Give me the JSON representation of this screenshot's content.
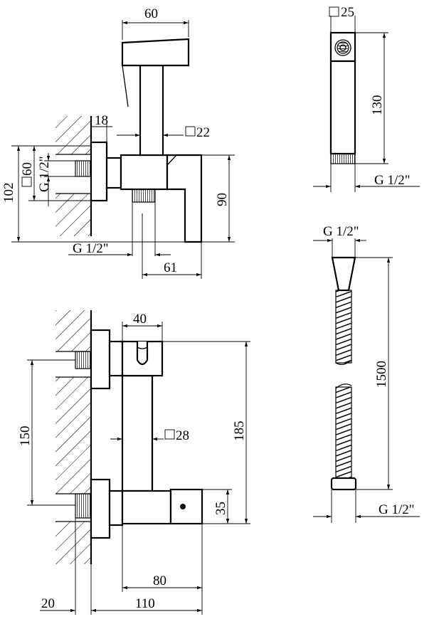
{
  "drawing": {
    "view_top": {
      "width_60": "60",
      "depth_18": "18",
      "square_22": "22",
      "flange_60": "60",
      "thread_left": "G 1/2\"",
      "height_102": "102",
      "height_90": "90",
      "thread_bottom": "G 1/2\"",
      "offset_61": "61"
    },
    "view_handshower": {
      "square_25": "25",
      "length_130": "130",
      "thread": "G 1/2\""
    },
    "view_hose": {
      "thread_top": "G 1/2\"",
      "length_1500": "1500",
      "thread_bottom": "G 1/2\""
    },
    "view_front": {
      "width_40": "40",
      "spacing_150": "150",
      "square_28": "28",
      "height_185": "185",
      "height_35": "35",
      "width_80": "80",
      "depth_20": "20",
      "projection_110": "110"
    }
  }
}
